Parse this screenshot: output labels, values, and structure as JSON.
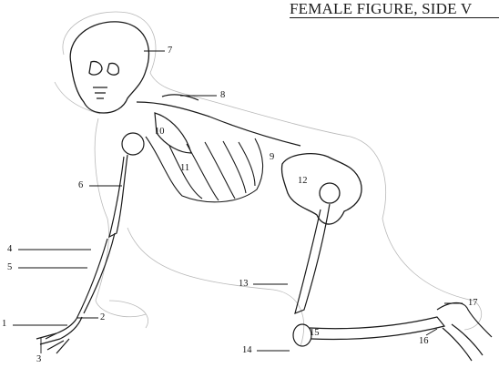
{
  "header": {
    "title": "FEMALE FIGURE, SIDE V"
  },
  "callouts": [
    {
      "id": "callout-1",
      "label": "1"
    },
    {
      "id": "callout-2",
      "label": "2"
    },
    {
      "id": "callout-3",
      "label": "3"
    },
    {
      "id": "callout-4",
      "label": "4"
    },
    {
      "id": "callout-5",
      "label": "5"
    },
    {
      "id": "callout-6",
      "label": "6"
    },
    {
      "id": "callout-7",
      "label": "7"
    },
    {
      "id": "callout-8",
      "label": "8"
    },
    {
      "id": "callout-9",
      "label": "9"
    },
    {
      "id": "callout-10",
      "label": "10"
    },
    {
      "id": "callout-11",
      "label": "11"
    },
    {
      "id": "callout-12",
      "label": "12"
    },
    {
      "id": "callout-13",
      "label": "13"
    },
    {
      "id": "callout-14",
      "label": "14"
    },
    {
      "id": "callout-15",
      "label": "15"
    },
    {
      "id": "callout-16",
      "label": "16"
    },
    {
      "id": "callout-17",
      "label": "17"
    }
  ]
}
